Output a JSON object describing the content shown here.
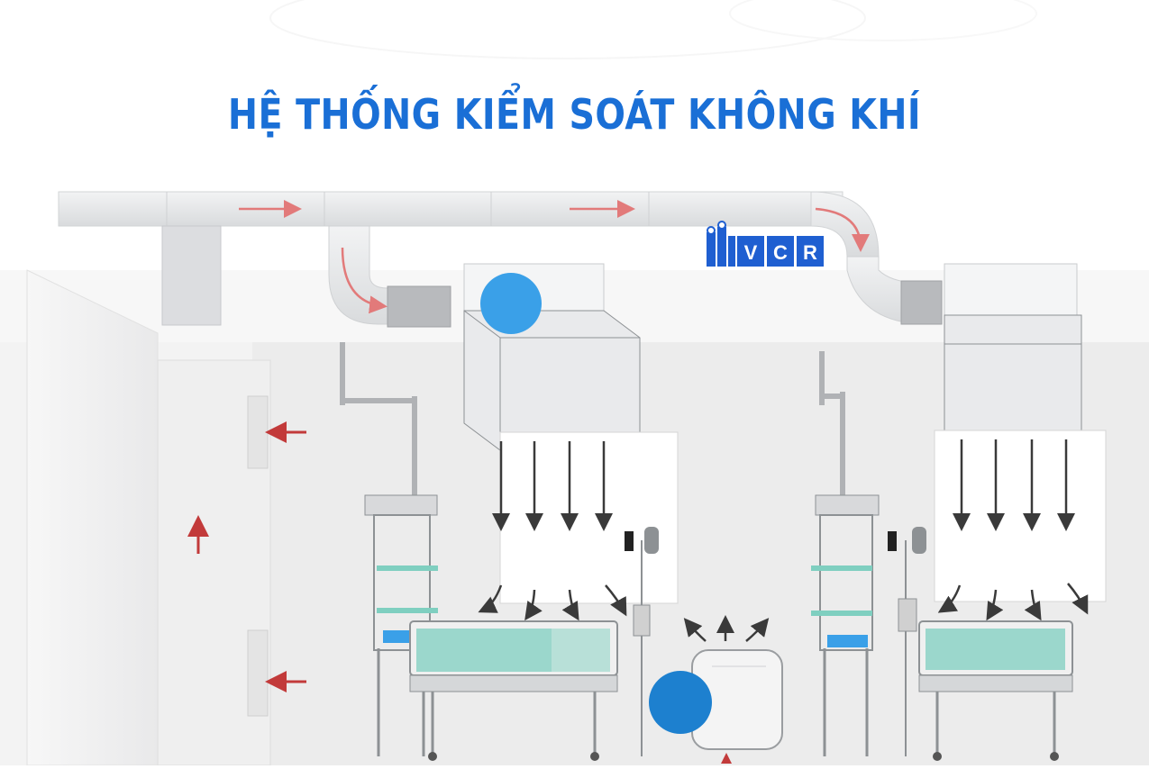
{
  "title": "HỆ THỐNG KIỂM SOÁT KHÔNG KHÍ",
  "logo": {
    "text_letters": [
      "V",
      "C",
      "R"
    ]
  },
  "colors": {
    "title": "#1a6fd6",
    "logo_blue": "#1f5fd1",
    "airflow_red": "#c23a3a",
    "airflow_dark": "#3a3a3a",
    "marker_light_blue": "#3aa0e8",
    "marker_dark_blue": "#1d80cf",
    "duct": "#e6e7e9",
    "bed_teal": "#7fcfc0"
  },
  "icons": [
    "vcr-logo",
    "supply-air-arrow",
    "return-air-arrow",
    "exhaust-arrow",
    "hepa-filter-box",
    "hospital-bed",
    "air-purifier-unit"
  ]
}
